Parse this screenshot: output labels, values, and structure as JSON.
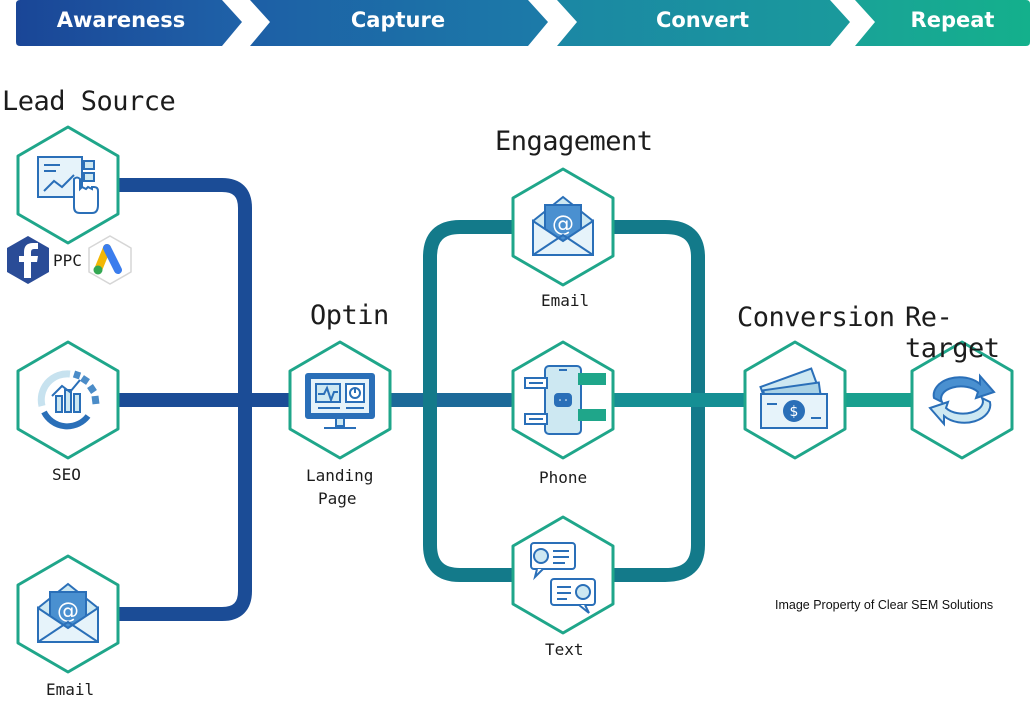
{
  "stages": [
    "Awareness",
    "Capture",
    "Convert",
    "Repeat"
  ],
  "headings": {
    "lead_source": "Lead Source",
    "optin": "Optin",
    "engagement": "Engagement",
    "conversion": "Conversion",
    "retarget": "Re-target"
  },
  "labels": {
    "ppc": "PPC",
    "seo": "SEO",
    "email_source": "Email",
    "landing_line1": "Landing",
    "landing_line2": "Page",
    "email_engage": "Email",
    "phone": "Phone",
    "text": "Text"
  },
  "credit": "Image Property of Clear SEM Solutions",
  "colors": {
    "dark_blue": "#1a4f9a",
    "teal": "#1d8f97",
    "green_teal": "#1aa88e",
    "hex_border": "#22a88a",
    "icon_blue": "#2a6fb8",
    "icon_light": "#cde8f2"
  }
}
